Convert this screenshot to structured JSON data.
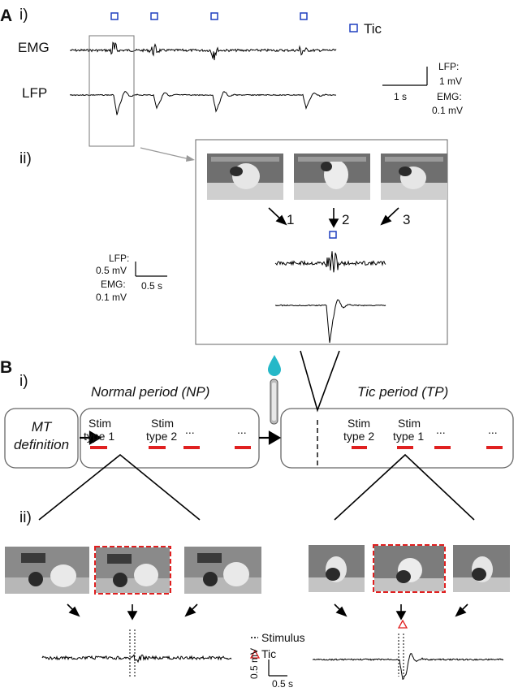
{
  "panelA": {
    "letter": "A",
    "sub_i": "i)",
    "sub_ii": "ii)",
    "emg_label": "EMG",
    "lfp_label": "LFP",
    "tic_legend": "Tic",
    "scale": {
      "time": "1 s",
      "lfp1": "LFP:",
      "lfp2": "1 mV",
      "emg1": "EMG:",
      "emg2": "0.1 mV"
    },
    "inset_scale": {
      "lfp1": "LFP:",
      "lfp2": "0.5 mV",
      "emg1": "EMG:",
      "emg2": "0.1 mV",
      "time": "0.5 s"
    },
    "arrow_labels": [
      "1",
      "2",
      "3"
    ]
  },
  "panelB": {
    "letter": "B",
    "sub_i": "i)",
    "sub_ii": "ii)",
    "normal_period": "Normal period (NP)",
    "tic_period": "Tic period (TP)",
    "mt_line1": "MT",
    "mt_line2": "definition",
    "np_stims": [
      {
        "line1": "Stim",
        "line2": "type 1"
      },
      {
        "line1": "Stim",
        "line2": "type 2"
      }
    ],
    "tp_stims": [
      {
        "line1": "Stim",
        "line2": "type 2"
      },
      {
        "line1": "Stim",
        "line2": "type 1"
      }
    ],
    "ellipsis": "...",
    "legend_stimulus": "Stimulus",
    "legend_tic": "Tic",
    "scale_v": "0.5 mV",
    "scale_t": "0.5 s"
  },
  "colors": {
    "tic_marker": "#1f3fbf",
    "stim_bar": "#e02020",
    "tic_triangle": "#e02020",
    "drop": "#25b8c8"
  }
}
